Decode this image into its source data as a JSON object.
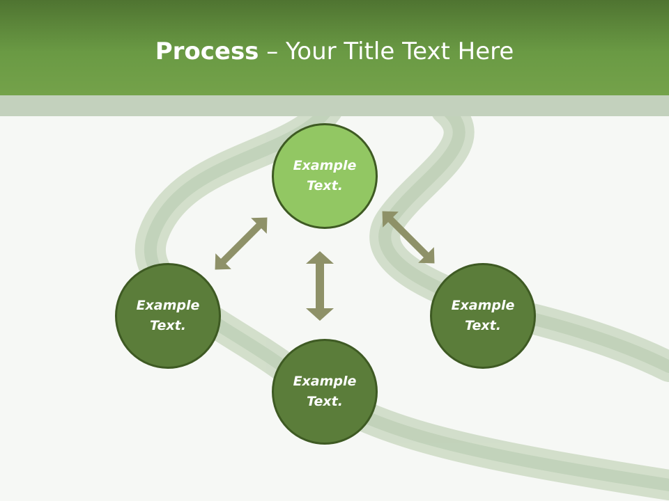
{
  "slide": {
    "title_bold": "Process",
    "title_rest": " – Your Title Text Here"
  },
  "circles": [
    {
      "label": "Example Text."
    },
    {
      "label": "Example Text."
    },
    {
      "label": "Example Text."
    },
    {
      "label": "Example Text."
    }
  ],
  "colors": {
    "header": "#6a9a44",
    "circle_dark": "#5b7d3a",
    "circle_light": "#92c763",
    "arrow": "#8e9168"
  }
}
